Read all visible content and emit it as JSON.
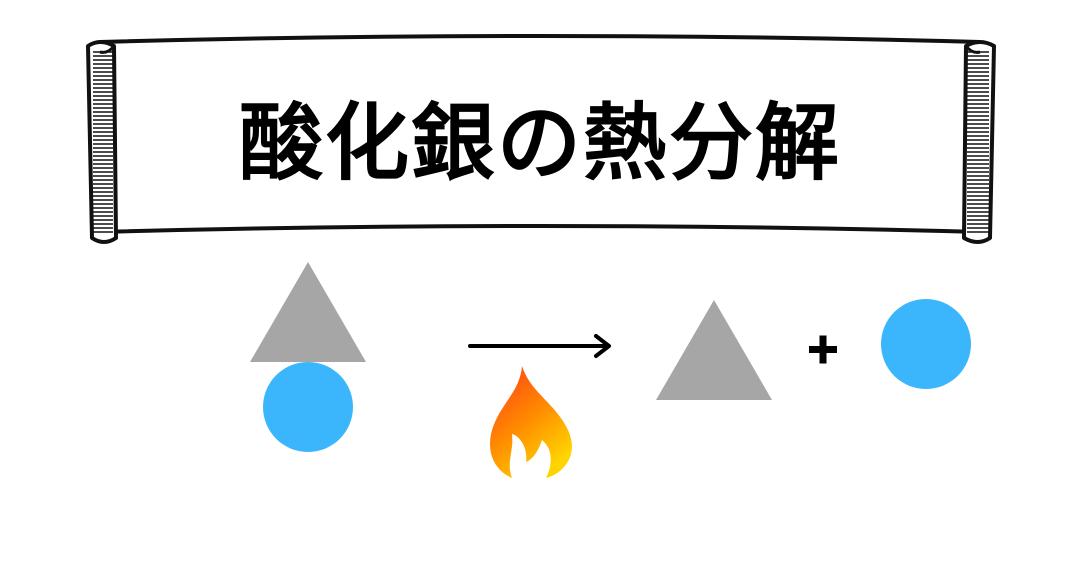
{
  "title": "酸化銀の熱分解",
  "colors": {
    "triangle": "#a6a6a6",
    "circle": "#3bb6fd",
    "flame_outer_top": "#ff3a1a",
    "flame_outer_bottom": "#ffd400",
    "arrow": "#000000",
    "banner_stroke": "#111111"
  },
  "reaction": {
    "reactant": [
      "triangle",
      "circle"
    ],
    "operator": "+",
    "products": [
      "triangle",
      "circle"
    ],
    "condition_icon": "flame-icon"
  }
}
